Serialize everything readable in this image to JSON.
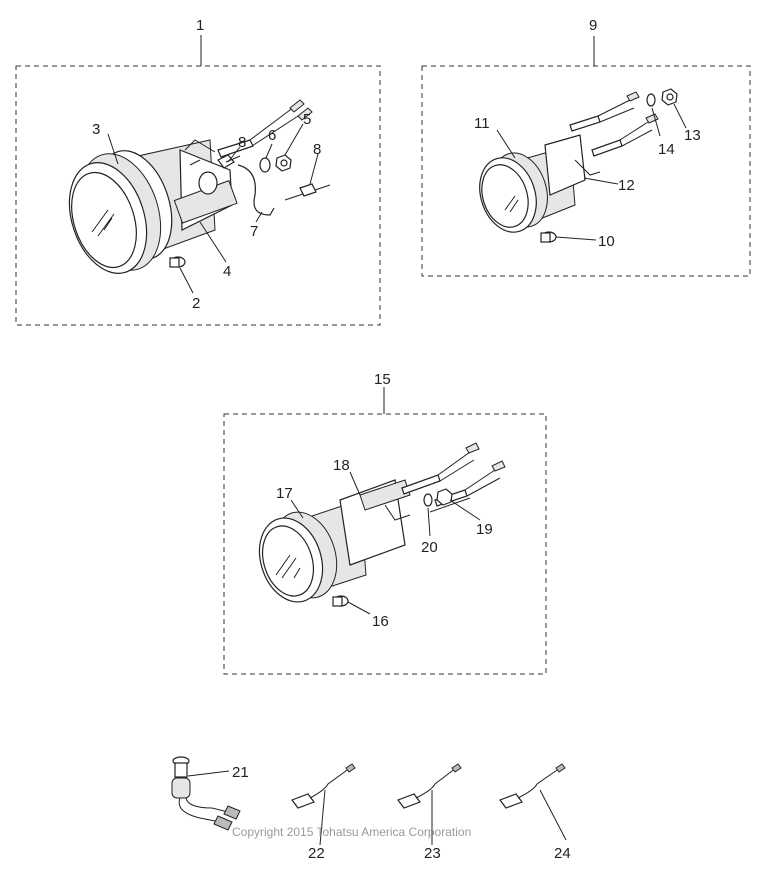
{
  "groups": [
    {
      "id": "group-1",
      "label": "1"
    },
    {
      "id": "group-9",
      "label": "9"
    },
    {
      "id": "group-15",
      "label": "15"
    }
  ],
  "parts": {
    "p2": "2",
    "p3": "3",
    "p4": "4",
    "p5": "5",
    "p6": "6",
    "p7": "7",
    "p8a": "8",
    "p8b": "8",
    "p10": "10",
    "p11": "11",
    "p12": "12",
    "p13": "13",
    "p14": "14",
    "p16": "16",
    "p17": "17",
    "p18": "18",
    "p19": "19",
    "p20": "20",
    "p21": "21",
    "p22": "22",
    "p23": "23",
    "p24": "24"
  },
  "copyright": "Copyright 2015 Tohatsu America Corporation"
}
